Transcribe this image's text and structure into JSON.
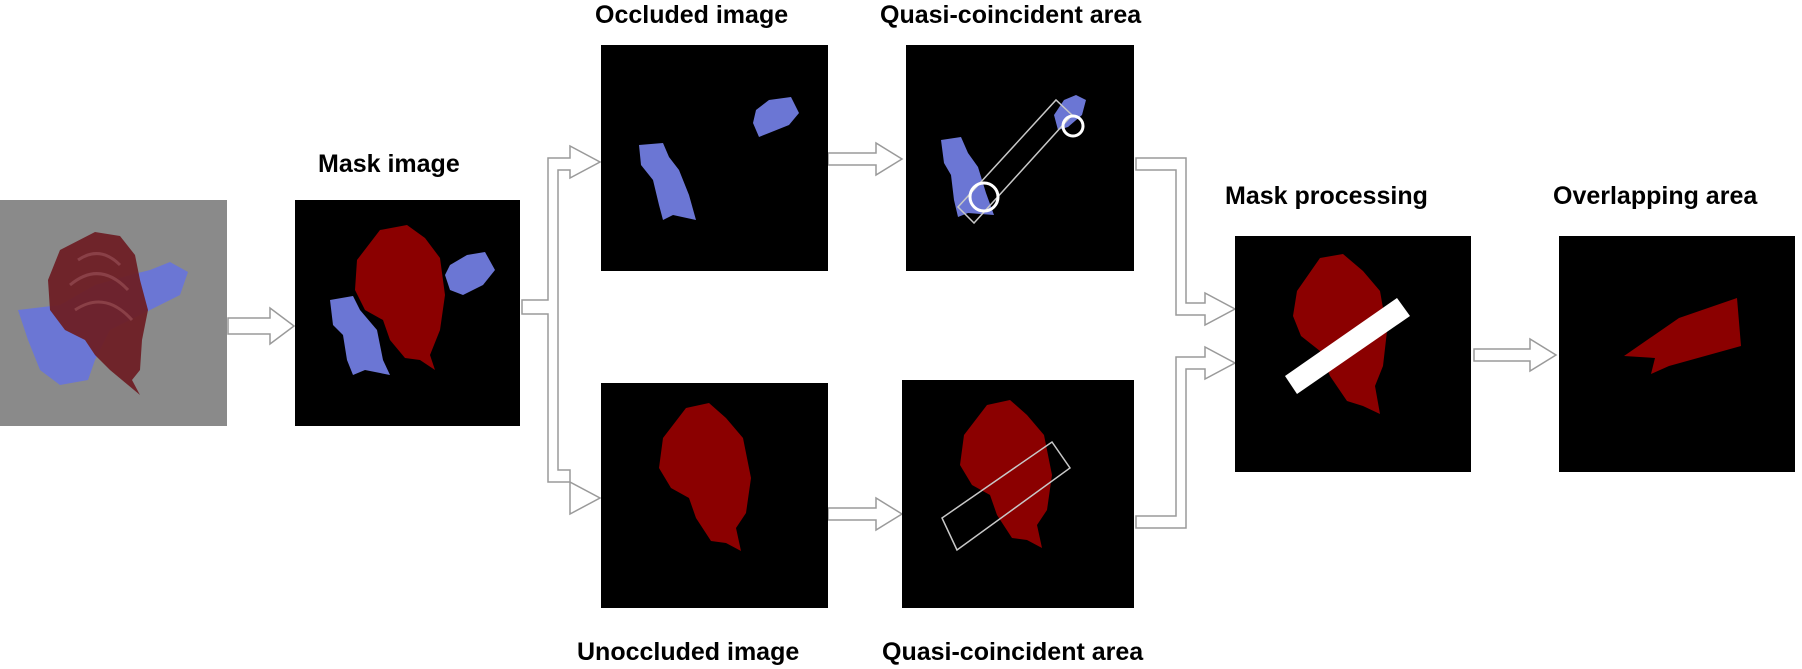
{
  "labels": {
    "mask_image": "Mask image",
    "occluded_image": "Occluded image",
    "quasi_top": "Quasi-coincident area",
    "unoccluded_image": "Unoccluded image",
    "quasi_bottom": "Quasi-coincident area",
    "mask_processing": "Mask processing",
    "overlapping_area": "Overlapping area"
  },
  "colors": {
    "background": "#ffffff",
    "panel": "#000000",
    "occluded_region": "#6b76d4",
    "unoccluded_region": "#8b0000",
    "source_background": "#8a8a8a",
    "source_region": "#6e1f25",
    "arrow_stroke": "#9a9a9a",
    "arrow_fill": "#ffffff",
    "band": "#ffffff",
    "guide_lines": "#c8c8c8"
  }
}
